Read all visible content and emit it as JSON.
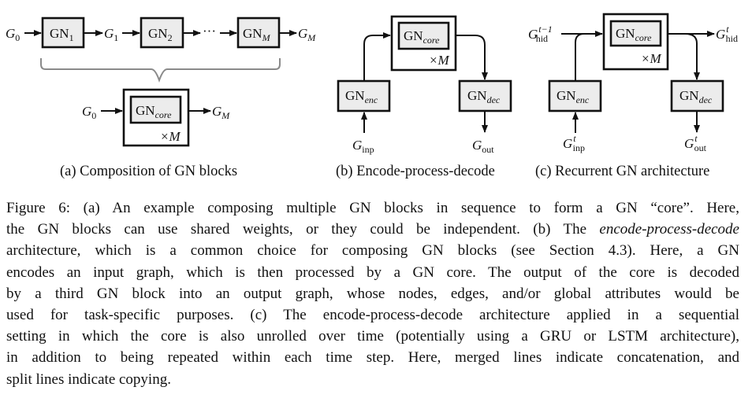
{
  "figure": {
    "panel_a": {
      "inputs": [
        "G",
        "0"
      ],
      "blocks": [
        {
          "base": "GN",
          "sub": "1"
        },
        {
          "base": "GN",
          "sub": "2"
        },
        {
          "base": "GN",
          "sub": "M"
        }
      ],
      "intermediate": {
        "base": "G",
        "sub": "1"
      },
      "ellipsis": "···",
      "output": {
        "base": "G",
        "sub": "M"
      },
      "core_input": {
        "base": "G",
        "sub": "0"
      },
      "core": {
        "base": "GN",
        "sub": "core"
      },
      "repeat": "×M",
      "core_output": {
        "base": "G",
        "sub": "M"
      },
      "caption": "(a) Composition of GN blocks"
    },
    "panel_b": {
      "core": {
        "base": "GN",
        "sub": "core"
      },
      "repeat": "×M",
      "encoder": {
        "base": "GN",
        "sub": "enc"
      },
      "decoder": {
        "base": "GN",
        "sub": "dec"
      },
      "input": {
        "base": "G",
        "sub": "inp"
      },
      "output": {
        "base": "G",
        "sub": "out"
      },
      "caption": "(b) Encode-process-decode"
    },
    "panel_c": {
      "hidden_in": {
        "base": "G",
        "sup": "t−1",
        "sub": "hid"
      },
      "hidden_out": {
        "base": "G",
        "sup": "t",
        "sub": "hid"
      },
      "core": {
        "base": "GN",
        "sub": "core"
      },
      "repeat": "×M",
      "encoder": {
        "base": "GN",
        "sub": "enc"
      },
      "decoder": {
        "base": "GN",
        "sub": "dec"
      },
      "input": {
        "base": "G",
        "sup": "t",
        "sub": "inp"
      },
      "output": {
        "base": "G",
        "sup": "t",
        "sub": "out"
      },
      "caption": "(c) Recurrent GN architecture"
    }
  },
  "caption": {
    "lines": [
      {
        "text": "Figure 6: (a) An example composing multiple GN blocks in sequence to form a GN “core”. Here,"
      },
      {
        "pre": "the GN blocks can use shared weights, or they could be independent. (b) The ",
        "em": "encode-process-decode"
      },
      {
        "text": "architecture, which is a common choice for composing GN blocks (see Section 4.3). Here, a GN"
      },
      {
        "text": "encodes an input graph, which is then processed by a GN core. The output of the core is decoded"
      },
      {
        "text": "by a third GN block into an output graph, whose nodes, edges, and/or global attributes would be"
      },
      {
        "text": "used for task-specific purposes. (c) The encode-process-decode architecture applied in a sequential"
      },
      {
        "text": "setting in which the core is also unrolled over time (potentially using a GRU or LSTM architecture),"
      },
      {
        "text": "in addition to being repeated within each time step. Here, merged lines indicate concatenation, and"
      },
      {
        "text": "split lines indicate copying."
      }
    ]
  }
}
